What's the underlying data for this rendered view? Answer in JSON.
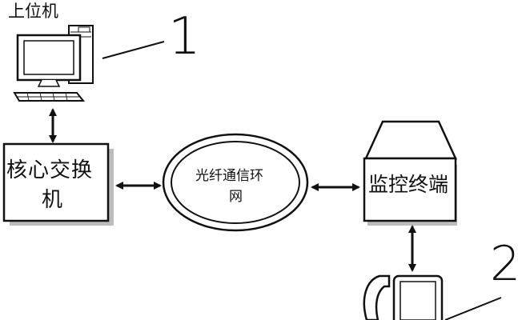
{
  "nodes": {
    "upper_computer": "上位机",
    "core_switch_line1": "核心交换",
    "core_switch_line2": "机",
    "fiber_ring_line1": "光纤通信环",
    "fiber_ring_line2": "网",
    "monitor_terminal": "监控终端"
  },
  "callouts": {
    "one": "1",
    "two": "2"
  },
  "colors": {
    "ink": "#111111",
    "shadow": "#bcbcbc",
    "background": "#ffffff"
  },
  "icons": [
    "desktop-computer-icon",
    "server-cabinet-icon",
    "phone-handset-icon",
    "double-arrow-icon"
  ]
}
